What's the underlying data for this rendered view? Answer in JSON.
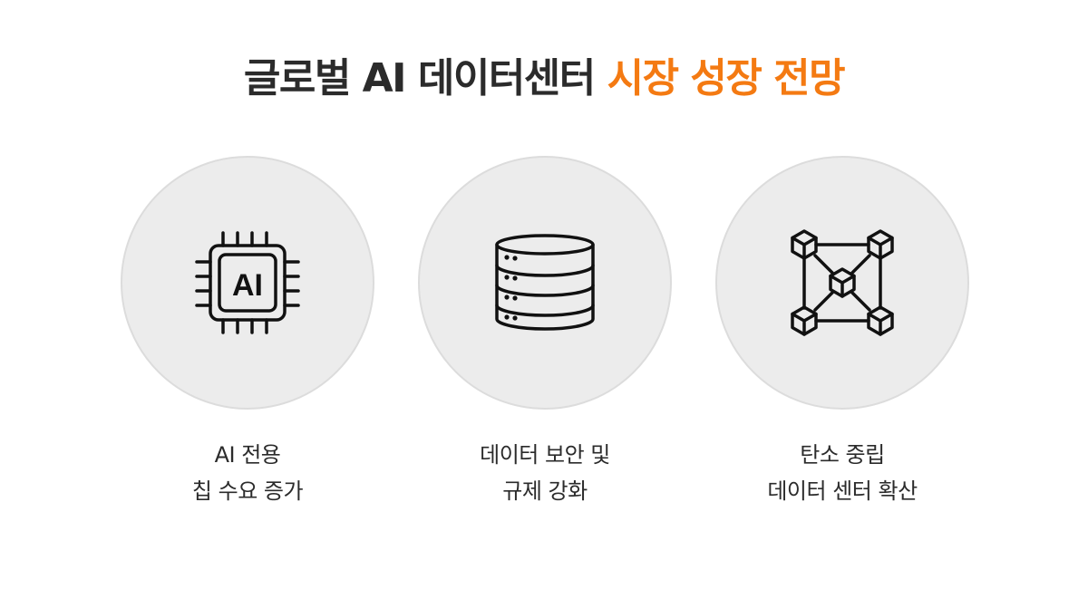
{
  "header": {
    "title_main": "글로벌 AI 데이터센터",
    "title_highlight": "시장 성장 전망"
  },
  "colors": {
    "highlight": "#f47a12",
    "text": "#2b2b2b",
    "circle_bg": "#ececec"
  },
  "cards": [
    {
      "icon": "ai-chip-icon",
      "icon_text": "AI",
      "line1": "AI 전용",
      "line2": "칩 수요 증가"
    },
    {
      "icon": "database-server-icon",
      "line1": "데이터 보안 및",
      "line2": "규제 강화"
    },
    {
      "icon": "network-cubes-icon",
      "line1": "탄소 중립",
      "line2": "데이터 센터 확산"
    }
  ]
}
